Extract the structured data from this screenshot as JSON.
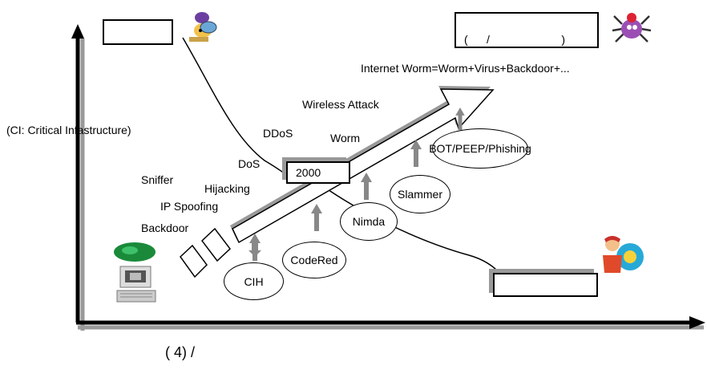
{
  "diagram": {
    "top_left_box_text": "",
    "top_right_box_text": "(      /                       )",
    "bottom_right_box_text": "",
    "year_box": "2000",
    "internet_worm": "Internet Worm=Worm+Virus+Backdoor+...",
    "ci_note": "(CI: Critical Infastructure)",
    "attacks": {
      "wireless": "Wireless Attack",
      "ddos": "DDoS",
      "worm": "Worm",
      "dos": "DoS",
      "sniffer": "Sniffer",
      "hijacking": "Hijacking",
      "ip_spoofing": "IP Spoofing",
      "backdoor": "Backdoor"
    },
    "ovals": {
      "cih": "CIH",
      "codered": "CodeRed",
      "nimda": "Nimda",
      "slammer": "Slammer",
      "bot": "BOT/PEEP/Phishing"
    },
    "caption": "(       4)                /"
  },
  "icons": {
    "top_left": "hacker-icon",
    "top_right": "bug-icon",
    "bottom_left": "computer-globe-icon",
    "bottom_right": "user-computer-icon"
  },
  "colors": {
    "axis_shadow": "#999999",
    "arrow_gray": "#888888"
  }
}
